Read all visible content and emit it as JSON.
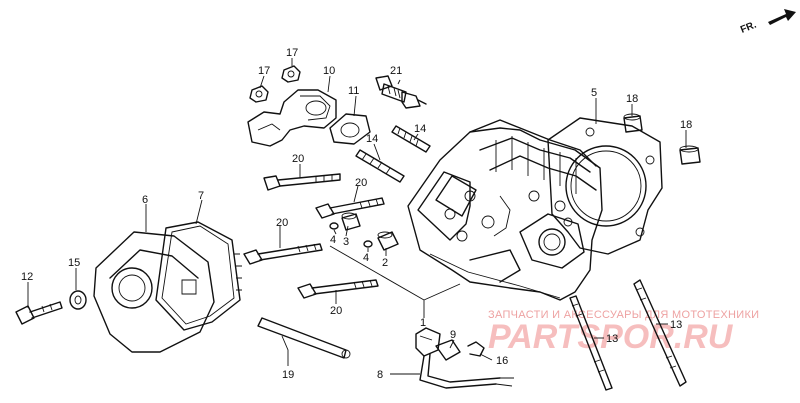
{
  "orientation": {
    "label": "FR."
  },
  "callouts": [
    {
      "id": "c1",
      "text": "1"
    },
    {
      "id": "c2",
      "text": "2"
    },
    {
      "id": "c3",
      "text": "3"
    },
    {
      "id": "c4a",
      "text": "4"
    },
    {
      "id": "c4b",
      "text": "4"
    },
    {
      "id": "c5",
      "text": "5"
    },
    {
      "id": "c6",
      "text": "6"
    },
    {
      "id": "c7",
      "text": "7"
    },
    {
      "id": "c8",
      "text": "8"
    },
    {
      "id": "c9",
      "text": "9"
    },
    {
      "id": "c10",
      "text": "10"
    },
    {
      "id": "c11",
      "text": "11"
    },
    {
      "id": "c12",
      "text": "12"
    },
    {
      "id": "c13a",
      "text": "13"
    },
    {
      "id": "c13b",
      "text": "13"
    },
    {
      "id": "c14a",
      "text": "14"
    },
    {
      "id": "c14b",
      "text": "14"
    },
    {
      "id": "c15",
      "text": "15"
    },
    {
      "id": "c16",
      "text": "16"
    },
    {
      "id": "c17a",
      "text": "17"
    },
    {
      "id": "c17b",
      "text": "17"
    },
    {
      "id": "c18a",
      "text": "18"
    },
    {
      "id": "c18b",
      "text": "18"
    },
    {
      "id": "c19",
      "text": "19"
    },
    {
      "id": "c20a",
      "text": "20"
    },
    {
      "id": "c20b",
      "text": "20"
    },
    {
      "id": "c20c",
      "text": "20"
    },
    {
      "id": "c20d",
      "text": "20"
    },
    {
      "id": "c21",
      "text": "21"
    }
  ],
  "watermark": {
    "tagline": "ЗАПЧАСТИ И АКСЕССУАРЫ ДЛЯ МОТОТЕХНИКИ",
    "brand": "PARTSPOR.RU",
    "color": "#e84848"
  }
}
